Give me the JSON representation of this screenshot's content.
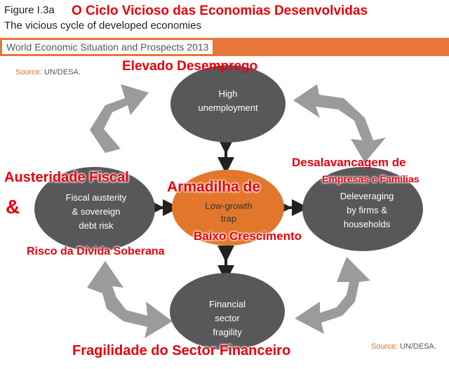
{
  "header": {
    "figure_label": "Figure I.3a",
    "title_pt": "O Ciclo Vicioso das Economias Desenvolvidas",
    "title_en": "The vicious cycle of developed economies",
    "banner": "World Economic Situation and Prospects 2013"
  },
  "source": {
    "label": "Source:",
    "value": "UN/DESA."
  },
  "nodes": {
    "top": [
      "High",
      "unemployment"
    ],
    "left": [
      "Fiscal austerity",
      "& sovereign",
      "debt risk"
    ],
    "right": [
      "Deleveraging",
      "by firms &",
      "households"
    ],
    "bottom": [
      "Financial",
      "sector",
      "fragility"
    ],
    "center": [
      "Low-growth",
      "trap"
    ]
  },
  "annotations": {
    "top": "Elevado Desemprego",
    "right_1": "Desalavancagem de",
    "right_2": "Empresas e Famílias",
    "left_1": "Austeridade Fiscal",
    "left_amp": "&",
    "left_2": "Risco da Dívida Soberana",
    "center_1": "Armadilha de",
    "center_2": "Baixo Crescimento",
    "bottom": "Fragilidade do Sector Financeiro"
  },
  "colors": {
    "node_fill": "#58585a",
    "center_fill": "#e2772b",
    "arrow_gray": "#9b9b9b",
    "annotation_red": "#e8000b",
    "banner_orange": "#e5773a"
  }
}
